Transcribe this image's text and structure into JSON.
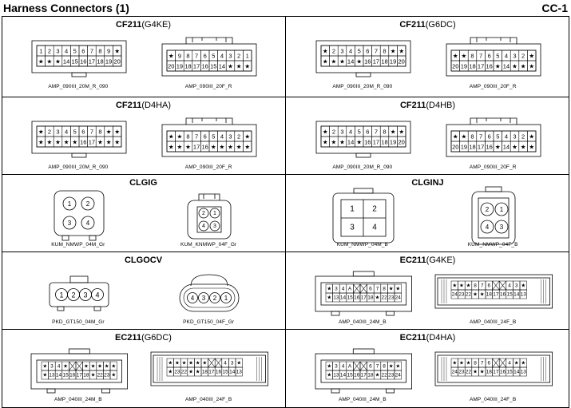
{
  "header": {
    "title": "Harness Connectors (1)",
    "code": "CC-1"
  },
  "panels": [
    {
      "id": "cf211-g4ke",
      "name": "CF211",
      "variant": "(G4KE)",
      "left": {
        "caption": "AMP_090III_20M_R_090",
        "type": "grid",
        "rows": [
          [
            "1",
            "2",
            "3",
            "4",
            "5",
            "6",
            "7",
            "8",
            "9",
            "★"
          ],
          [
            "★",
            "★",
            "★",
            "14",
            "15",
            "16",
            "17",
            "18",
            "19",
            "20"
          ]
        ]
      },
      "right": {
        "caption": "AMP_090III_20F_R",
        "type": "grid",
        "rows": [
          [
            "★",
            "9",
            "8",
            "7",
            "6",
            "5",
            "4",
            "3",
            "2",
            "1"
          ],
          [
            "20",
            "19",
            "18",
            "17",
            "16",
            "15",
            "14",
            "★",
            "★",
            "★"
          ]
        ]
      }
    },
    {
      "id": "cf211-g6dc",
      "name": "CF211",
      "variant": "(G6DC)",
      "left": {
        "caption": "AMP_090III_20M_R_090",
        "type": "grid",
        "rows": [
          [
            "★",
            "2",
            "3",
            "4",
            "5",
            "6",
            "7",
            "8",
            "★",
            "★"
          ],
          [
            "★",
            "★",
            "★",
            "14",
            "★",
            "16",
            "17",
            "18",
            "19",
            "20"
          ]
        ]
      },
      "right": {
        "caption": "AMP_090III_20F_R",
        "type": "grid",
        "rows": [
          [
            "★",
            "★",
            "8",
            "7",
            "6",
            "5",
            "4",
            "3",
            "2",
            "★"
          ],
          [
            "20",
            "19",
            "18",
            "17",
            "16",
            "★",
            "14",
            "★",
            "★",
            "★"
          ]
        ]
      }
    },
    {
      "id": "cf211-d4ha",
      "name": "CF211",
      "variant": "(D4HA)",
      "left": {
        "caption": "AMP_090III_20M_R_090",
        "type": "grid",
        "rows": [
          [
            "★",
            "2",
            "3",
            "4",
            "5",
            "6",
            "7",
            "8",
            "★",
            "★"
          ],
          [
            "★",
            "★",
            "★",
            "★",
            "★",
            "16",
            "17",
            "★",
            "★",
            "★"
          ]
        ]
      },
      "right": {
        "caption": "AMP_090III_20F_R",
        "type": "grid",
        "rows": [
          [
            "★",
            "★",
            "8",
            "7",
            "6",
            "5",
            "4",
            "3",
            "2",
            "★"
          ],
          [
            "★",
            "★",
            "★",
            "17",
            "16",
            "★",
            "★",
            "★",
            "★",
            "★"
          ]
        ]
      }
    },
    {
      "id": "cf211-d4hb",
      "name": "CF211",
      "variant": "(D4HB)",
      "left": {
        "caption": "AMP_090III_20M_R_090",
        "type": "grid",
        "rows": [
          [
            "★",
            "2",
            "3",
            "4",
            "5",
            "6",
            "7",
            "8",
            "★",
            "★"
          ],
          [
            "★",
            "★",
            "★",
            "14",
            "★",
            "16",
            "17",
            "18",
            "19",
            "20"
          ]
        ]
      },
      "right": {
        "caption": "AMP_090III_20F_R",
        "type": "grid",
        "rows": [
          [
            "★",
            "★",
            "8",
            "7",
            "6",
            "5",
            "4",
            "3",
            "2",
            "★"
          ],
          [
            "20",
            "19",
            "18",
            "17",
            "16",
            "★",
            "14",
            "★",
            "★",
            "★"
          ]
        ]
      }
    },
    {
      "id": "clgig",
      "name": "CLGIG",
      "variant": "",
      "left": {
        "caption": "KUM_NMWP_04M_Gr",
        "type": "quad",
        "pins": [
          "1",
          "2",
          "3",
          "4"
        ]
      },
      "right": {
        "caption": "KUM_KNMWP_04F_Gr",
        "type": "quadf",
        "pins": [
          "2",
          "1",
          "4",
          "3"
        ]
      }
    },
    {
      "id": "clginj",
      "name": "CLGINJ",
      "variant": "",
      "left": {
        "caption": "KUM_NMWP_04M_B",
        "type": "quadbig",
        "pins": [
          "1",
          "2",
          "3",
          "4"
        ]
      },
      "right": {
        "caption": "KUM_NMWP_04F_B",
        "type": "quadf2",
        "pins": [
          "2",
          "1",
          "4",
          "3"
        ]
      }
    },
    {
      "id": "clgocv",
      "name": "CLGOCV",
      "variant": "",
      "left": {
        "caption": "PKD_GT150_04M_Gr",
        "type": "line",
        "pins": [
          "1",
          "2",
          "3",
          "4"
        ]
      },
      "right": {
        "caption": "PKD_GT150_04F_Gr",
        "type": "lineoval",
        "pins": [
          "4",
          "3",
          "2",
          "1"
        ]
      }
    },
    {
      "id": "ec211-g4ke",
      "name": "EC211",
      "variant": "(G4KE)",
      "left": {
        "caption": "AMP_040III_24M_B",
        "type": "wide",
        "rows": [
          [
            "★",
            "3",
            "4",
            "A",
            "",
            "",
            "6",
            "7",
            "8",
            "★",
            "★"
          ],
          [
            "★",
            "13",
            "14",
            "15",
            "16",
            "17",
            "18",
            "★",
            "22",
            "23",
            "24"
          ]
        ]
      },
      "right": {
        "caption": "AMP_040III_24F_B",
        "type": "wide",
        "rows": [
          [
            "★",
            "★",
            "★",
            "8",
            "7",
            "6",
            "",
            "",
            "4",
            "3",
            "★"
          ],
          [
            "24",
            "23",
            "22",
            "★",
            "★",
            "18",
            "17",
            "16",
            "15",
            "14",
            "13"
          ]
        ]
      }
    },
    {
      "id": "ec211-g6dc",
      "name": "EC211",
      "variant": "(G6DC)",
      "left": {
        "caption": "AMP_040III_24M_B",
        "type": "wide",
        "rows": [
          [
            "★",
            "3",
            "4",
            "★",
            "",
            "",
            "★",
            "★",
            "★",
            "★",
            "★"
          ],
          [
            "★",
            "13",
            "14",
            "15",
            "16",
            "17",
            "18",
            "★",
            "22",
            "23",
            "★"
          ]
        ]
      },
      "right": {
        "caption": "AMP_040III_24F_B",
        "type": "wide",
        "rows": [
          [
            "★",
            "★",
            "★",
            "★",
            "★",
            "★",
            "",
            "",
            "4",
            "3",
            "★"
          ],
          [
            "★",
            "23",
            "22",
            "★",
            "★",
            "18",
            "17",
            "16",
            "15",
            "14",
            "13"
          ]
        ]
      }
    },
    {
      "id": "ec211-d4ha",
      "name": "EC211",
      "variant": "(D4HA)",
      "left": {
        "caption": "AMP_040III_24M_B",
        "type": "wide",
        "rows": [
          [
            "★",
            "3",
            "4",
            "A",
            "",
            "",
            "6",
            "7",
            "8",
            "★",
            "★"
          ],
          [
            "★",
            "13",
            "14",
            "15",
            "16",
            "17",
            "18",
            "★",
            "22",
            "23",
            "24"
          ]
        ]
      },
      "right": {
        "caption": "AMP_040III_24F_B",
        "type": "wide",
        "rows": [
          [
            "★",
            "★",
            "★",
            "8",
            "7",
            "6",
            "",
            "",
            "4",
            "★",
            "★"
          ],
          [
            "24",
            "23",
            "22",
            "★",
            "★",
            "18",
            "17",
            "16",
            "15",
            "14",
            "13"
          ]
        ]
      }
    }
  ]
}
